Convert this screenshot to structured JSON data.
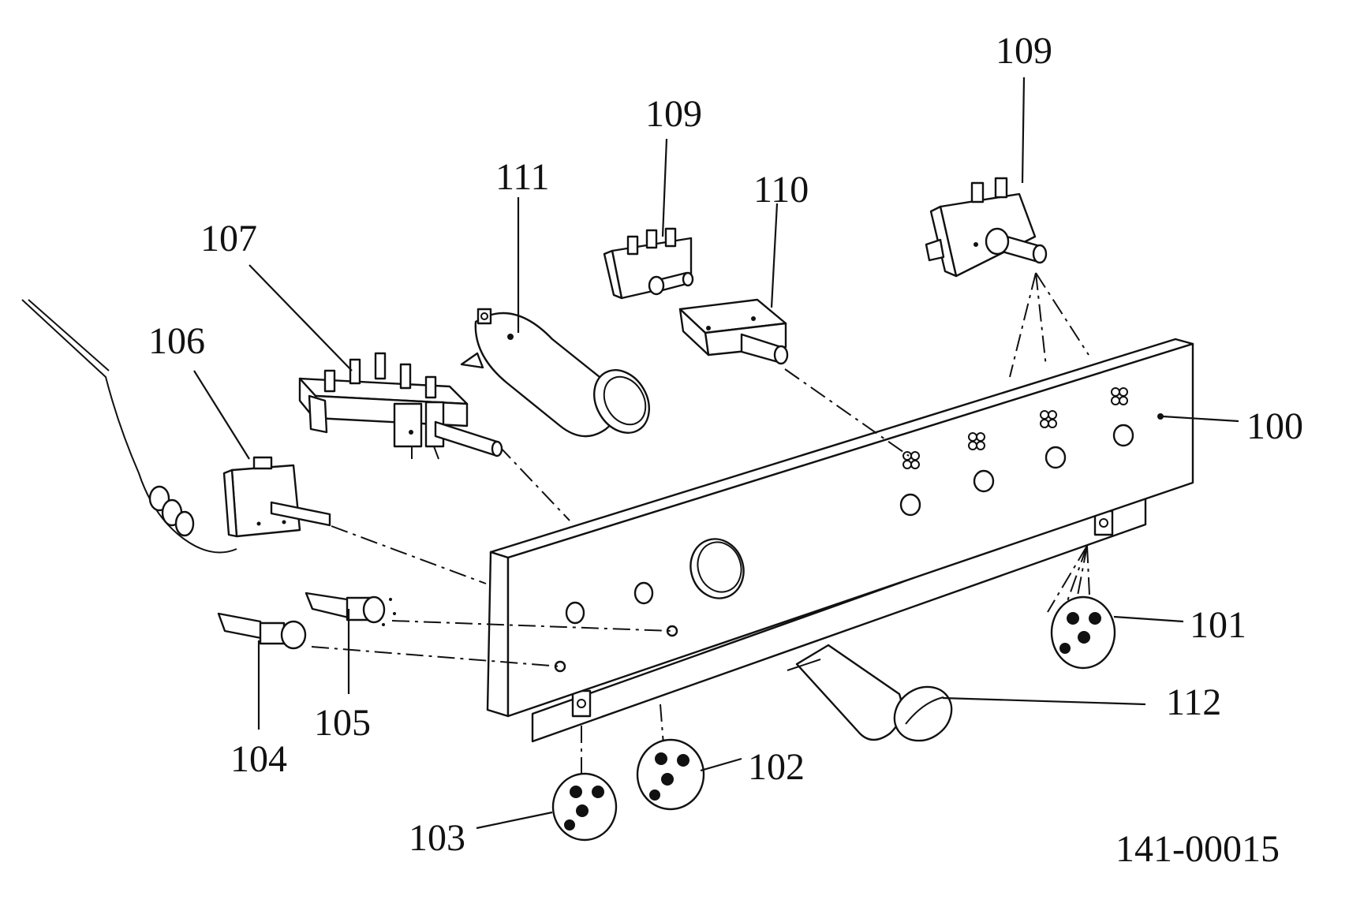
{
  "diagram": {
    "drawing_number": "141-00015",
    "callouts": [
      {
        "id": "c100",
        "text": "100"
      },
      {
        "id": "c101",
        "text": "101"
      },
      {
        "id": "c102",
        "text": "102"
      },
      {
        "id": "c103",
        "text": "103"
      },
      {
        "id": "c104",
        "text": "104"
      },
      {
        "id": "c105",
        "text": "105"
      },
      {
        "id": "c106",
        "text": "106"
      },
      {
        "id": "c107",
        "text": "107"
      },
      {
        "id": "c109a",
        "text": "109"
      },
      {
        "id": "c109b",
        "text": "109"
      },
      {
        "id": "c110",
        "text": "110"
      },
      {
        "id": "c111",
        "text": "111"
      },
      {
        "id": "c112",
        "text": "112"
      }
    ]
  }
}
